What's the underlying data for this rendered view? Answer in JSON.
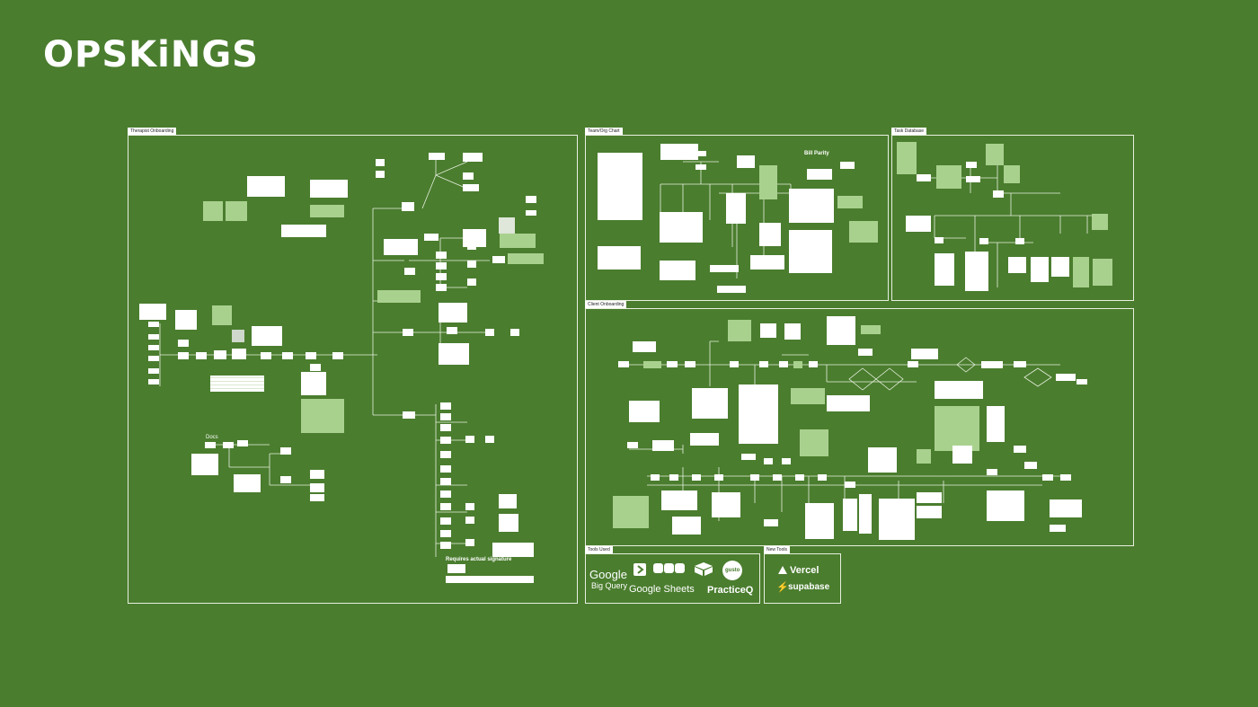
{
  "brand": {
    "logo": "OPSKiNGS"
  },
  "frames": {
    "therapist": "Therapist Onboarding",
    "team_org": "Team/Org Chart",
    "task_database": "Task Database",
    "client_onboarding": "Client Onboarding",
    "tools_used": "Tools Used",
    "new_tools": "New Tools"
  },
  "labels": {
    "requires_signature": "Requires actual signature",
    "docs": "Docs",
    "bill_parity": "Bill Parity"
  },
  "tools_used": {
    "google": "Google",
    "big_query": "Big Query",
    "google_sheets": "Google Sheets",
    "gusto": "gusto",
    "practiceq": "PracticeQ"
  },
  "new_tools": {
    "vercel": "Vercel",
    "supabase": "supabase"
  },
  "colors": {
    "background": "#4a7d2e",
    "note": "#ffffff",
    "highlight": "#a9d18e"
  }
}
